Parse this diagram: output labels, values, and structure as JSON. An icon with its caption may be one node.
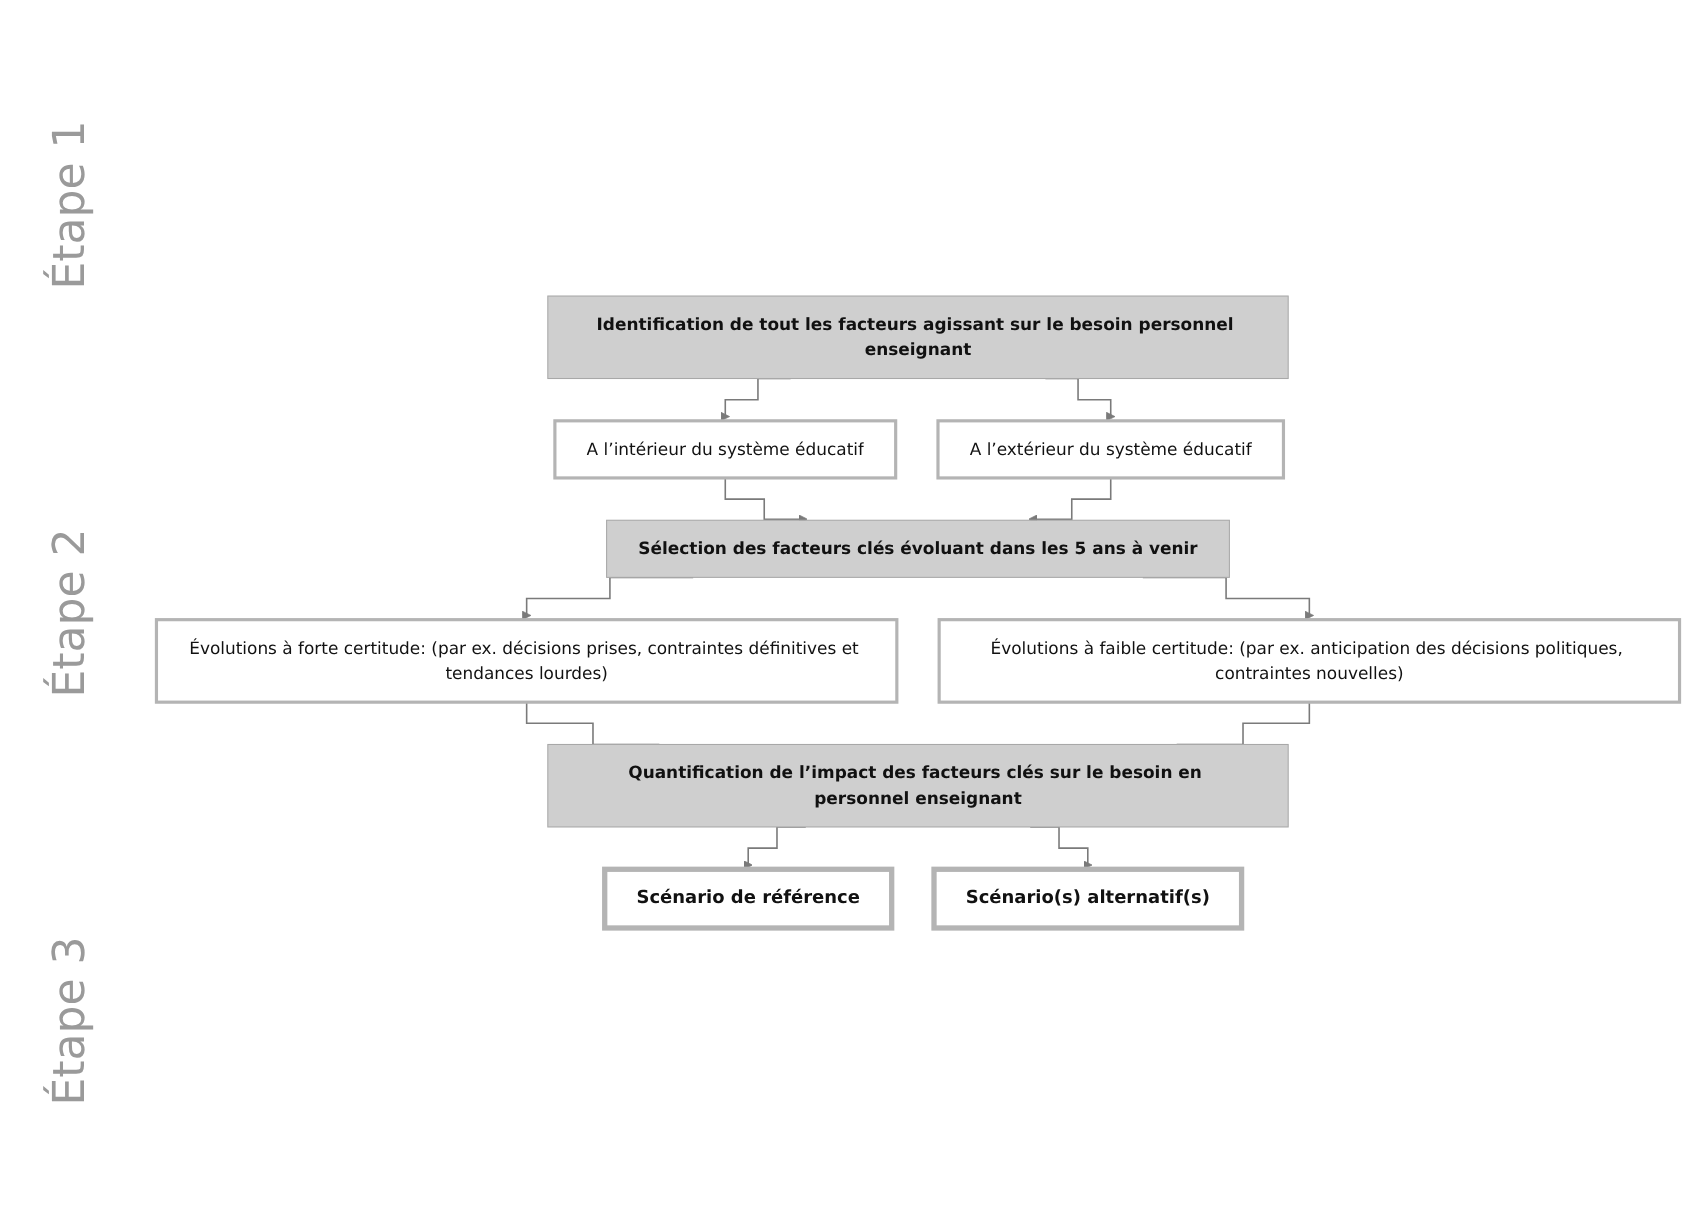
{
  "diagram": {
    "nodes": [
      {
        "text": [
          "Identification de tout les facteurs agissant sur le besoin personnel enseignant"
        ]
      },
      {
        "text": [
          "A l’intérieur du système éducatif"
        ]
      },
      {
        "text": [
          "A l’extérieur du système éducatif"
        ]
      },
      {
        "text": [
          "Sélection des facteurs clés évoluant dans les 5 ans à venir"
        ]
      },
      {
        "text": [
          "Évolutions à forte certitude: (par ex. décisions prises, contraintes définitives et tendances lourdes)"
        ]
      },
      {
        "text": [
          "Évolutions à faible certitude: (par ex. anticipation des décisions politiques, contraintes nouvelles)"
        ]
      },
      {
        "text": [
          "Quantification de l’impact des facteurs clés sur le besoin en personnel enseignant"
        ]
      },
      {
        "text": [
          "Scénario de référence"
        ]
      },
      {
        "text": [
          "Scénario(s) alternatif(s)"
        ]
      }
    ],
    "edges": [
      {
        "from": 0,
        "to": 1,
        "arrow": "to"
      },
      {
        "from": 0,
        "to": 2,
        "arrow": "to"
      },
      {
        "from": 1,
        "to": 3,
        "arrow": "to"
      },
      {
        "from": 2,
        "to": 3,
        "arrow": "to"
      },
      {
        "from": 3,
        "to": 4,
        "arrow": "to"
      },
      {
        "from": 3,
        "to": 5,
        "arrow": "to"
      },
      {
        "from": 4,
        "to": 6,
        "arrow": "none"
      },
      {
        "from": 5,
        "to": 6,
        "arrow": "none"
      },
      {
        "from": 6,
        "to": 7,
        "arrow": "to"
      },
      {
        "from": 6,
        "to": 8,
        "arrow": "to"
      }
    ],
    "labels": [
      "Étape 1",
      "Étape 2",
      "Étape 3"
    ]
  }
}
